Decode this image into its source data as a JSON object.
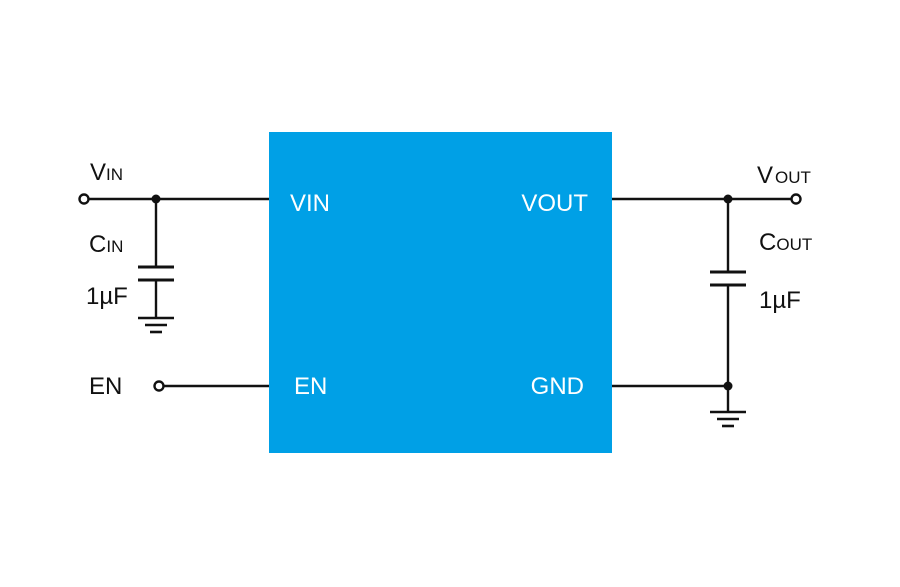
{
  "diagram": {
    "type": "circuit-schematic",
    "chip": {
      "color": "#00A0E6",
      "pins": {
        "vin": "VIN",
        "vout": "VOUT",
        "en": "EN",
        "gnd": "GND"
      }
    },
    "input": {
      "label_main": "V",
      "label_sub": "IN",
      "cap_main": "C",
      "cap_sub": "IN",
      "cap_value": "1µF"
    },
    "output": {
      "label_main": "V",
      "label_sub": "OUT",
      "cap_main": "C",
      "cap_sub": "OUT",
      "cap_value": "1µF"
    },
    "enable": {
      "label": "EN"
    }
  }
}
